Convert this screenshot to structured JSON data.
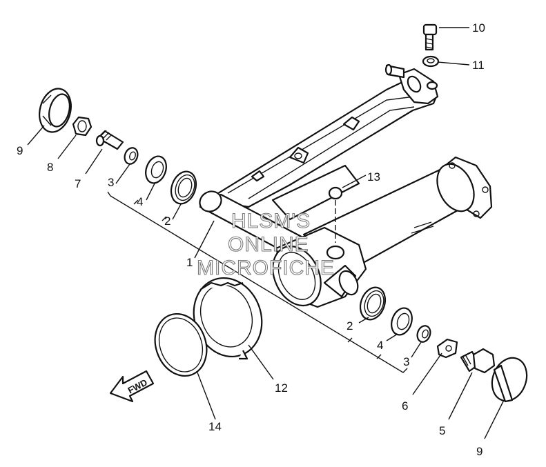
{
  "watermark": {
    "line1": "HLSM'S",
    "line2": "ONLINE",
    "line3": "MICROFICHE"
  },
  "direction_marker": {
    "text": "FWD"
  },
  "callouts": [
    {
      "id": "c1",
      "label": "1"
    },
    {
      "id": "c2a",
      "label": "2"
    },
    {
      "id": "c2b",
      "label": "2"
    },
    {
      "id": "c3a",
      "label": "3"
    },
    {
      "id": "c3b",
      "label": "3"
    },
    {
      "id": "c4a",
      "label": "4"
    },
    {
      "id": "c4b",
      "label": "4"
    },
    {
      "id": "c5",
      "label": "5"
    },
    {
      "id": "c6",
      "label": "6"
    },
    {
      "id": "c7",
      "label": "7"
    },
    {
      "id": "c8",
      "label": "8"
    },
    {
      "id": "c9a",
      "label": "9"
    },
    {
      "id": "c9b",
      "label": "9"
    },
    {
      "id": "c10",
      "label": "10"
    },
    {
      "id": "c11",
      "label": "11"
    },
    {
      "id": "c12",
      "label": "12"
    },
    {
      "id": "c13",
      "label": "13"
    },
    {
      "id": "c14",
      "label": "14"
    }
  ]
}
